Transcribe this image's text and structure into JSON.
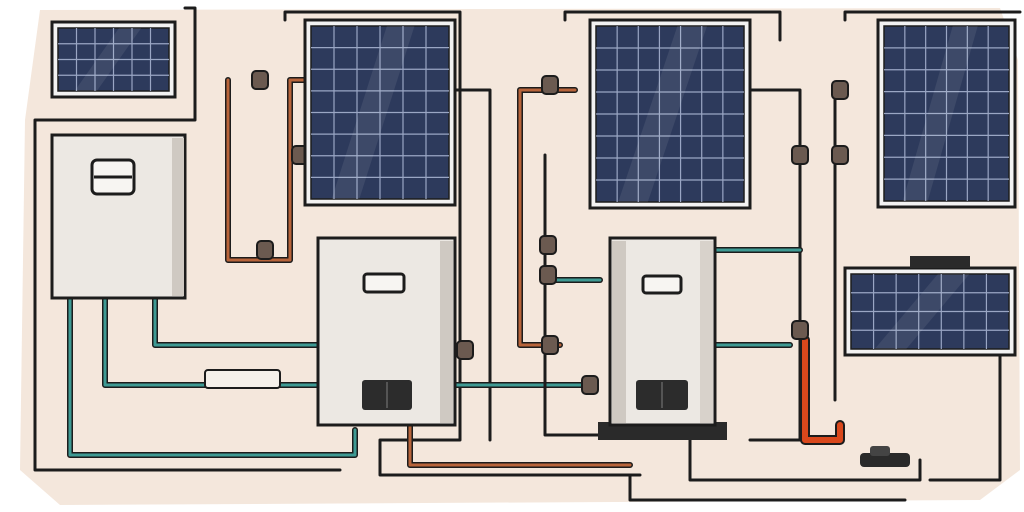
{
  "illustration": {
    "subject": "solar-water-heating-system",
    "panel_count": 5,
    "tank_count": 3,
    "colors": {
      "background_blob": "#f4e7dc",
      "panel_cell": "#2d3a5c",
      "panel_frame": "#f2f2f2",
      "outline": "#1c1c1c",
      "tank_body": "#ece8e3",
      "copper_pipe": "#b8643a",
      "teal_pipe": "#3e9a93",
      "hot_pipe": "#d9481c"
    }
  }
}
